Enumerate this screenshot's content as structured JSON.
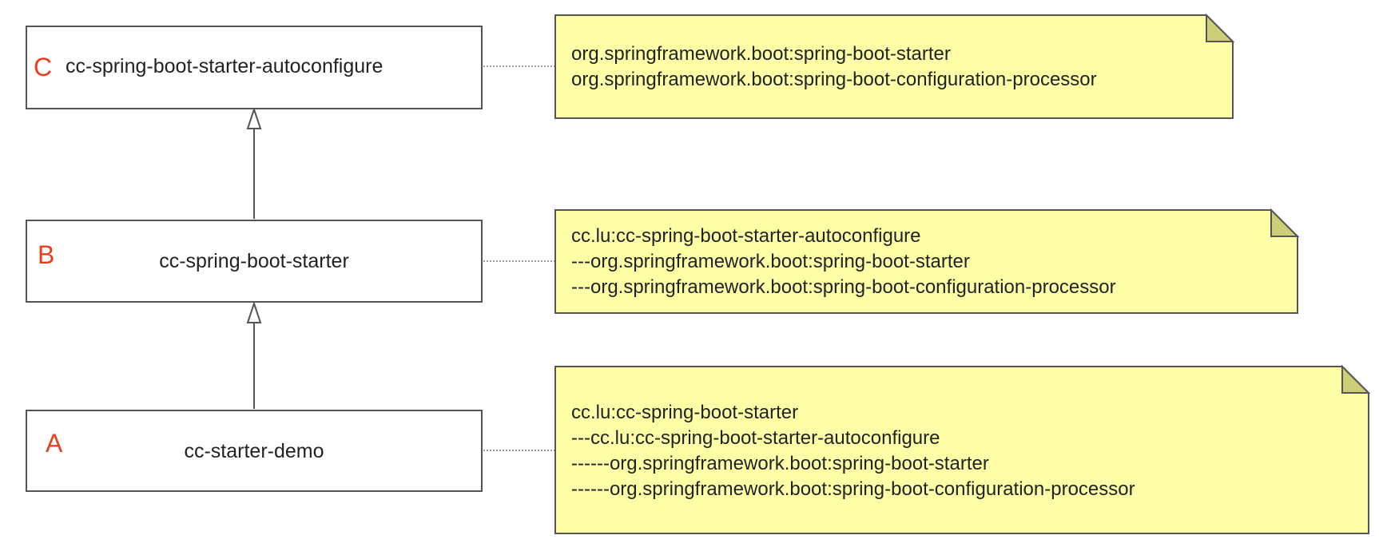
{
  "modules": {
    "c": {
      "letter": "C",
      "name": "cc-spring-boot-starter-autoconfigure",
      "letter_color": "#e8401c"
    },
    "b": {
      "letter": "B",
      "name": "cc-spring-boot-starter",
      "letter_color": "#e8401c"
    },
    "a": {
      "letter": "A",
      "name": "cc-starter-demo",
      "letter_color": "#e8401c"
    }
  },
  "notes": {
    "c": [
      "org.springframework.boot:spring-boot-starter",
      "org.springframework.boot:spring-boot-configuration-processor"
    ],
    "b": [
      "cc.lu:cc-spring-boot-starter-autoconfigure",
      "---org.springframework.boot:spring-boot-starter",
      "---org.springframework.boot:spring-boot-configuration-processor"
    ],
    "a": [
      "cc.lu:cc-spring-boot-starter",
      "---cc.lu:cc-spring-boot-starter-autoconfigure",
      "------org.springframework.boot:spring-boot-starter",
      "------org.springframework.boot:spring-boot-configuration-processor"
    ]
  },
  "colors": {
    "note_fill": "#ffffa8",
    "note_corner": "#cece78",
    "border": "#555555",
    "accent_letter": "#e8401c"
  }
}
